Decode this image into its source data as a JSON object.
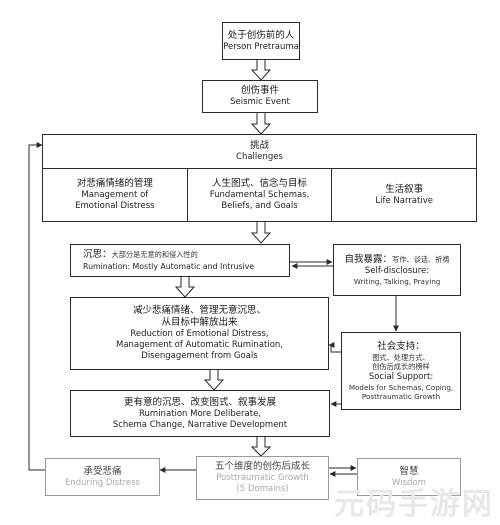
{
  "nodes": {
    "person_pretrauma": {
      "zh": "处于创伤前的人",
      "en": "Person Pretrauma"
    },
    "seismic_event": {
      "zh": "创伤事件",
      "en": "Seismic Event"
    },
    "challenges": {
      "zh": "挑战",
      "en": "Challenges"
    },
    "emotional_distress": {
      "zh": "对悲痛情绪的管理",
      "en1": "Management of",
      "en2": "Emotional Distress"
    },
    "schemas": {
      "zh": "人生图式、信念与目标",
      "en1": "Fundamental Schemas,",
      "en2": "Beliefs, and Goals"
    },
    "life_narrative": {
      "zh": "生活叙事",
      "en": "Life Narrative"
    },
    "rumination": {
      "zh": "沉思：",
      "zh_note": "大部分是无意的和侵入性的",
      "en": "Rumination: Mostly Automatic and Intrusive"
    },
    "self_disclosure": {
      "zh": "自我暴露：",
      "zh_note": "写作、谈话、祈祷",
      "en": "Self-disclosure:",
      "en_note": "Writing, Talking, Praying"
    },
    "reduction": {
      "zh1": "减少悲痛情绪、管理无意沉思、",
      "zh2": "从目标中解放出来",
      "en1": "Reduction of Emotional Distress,",
      "en2": "Management of Automatic Rumination,",
      "en3": "Disengagement from Goals"
    },
    "social_support": {
      "zh": "社会支持：",
      "zh_note1": "图式、处理方式、",
      "zh_note2": "创伤后成长的榜样",
      "en": "Social Support:",
      "en_note1": "Models for Schemas, Coping,",
      "en_note2": "Posttraumatic Growth"
    },
    "deliberate": {
      "zh": "更有意的沉思、改变图式、叙事发展",
      "en1": "Rumination More Deliberate,",
      "en2": "Schema Change, Narrative Development"
    },
    "enduring_distress": {
      "zh": "承受悲痛",
      "en": "Enduring Distress"
    },
    "ptg": {
      "zh": "五个维度的创伤后成长",
      "en": "Posttraumatic Growth",
      "note": "(5 Domains)"
    },
    "wisdom": {
      "zh": "智慧",
      "en": "Wisdom"
    }
  },
  "watermark": "元码手游网"
}
